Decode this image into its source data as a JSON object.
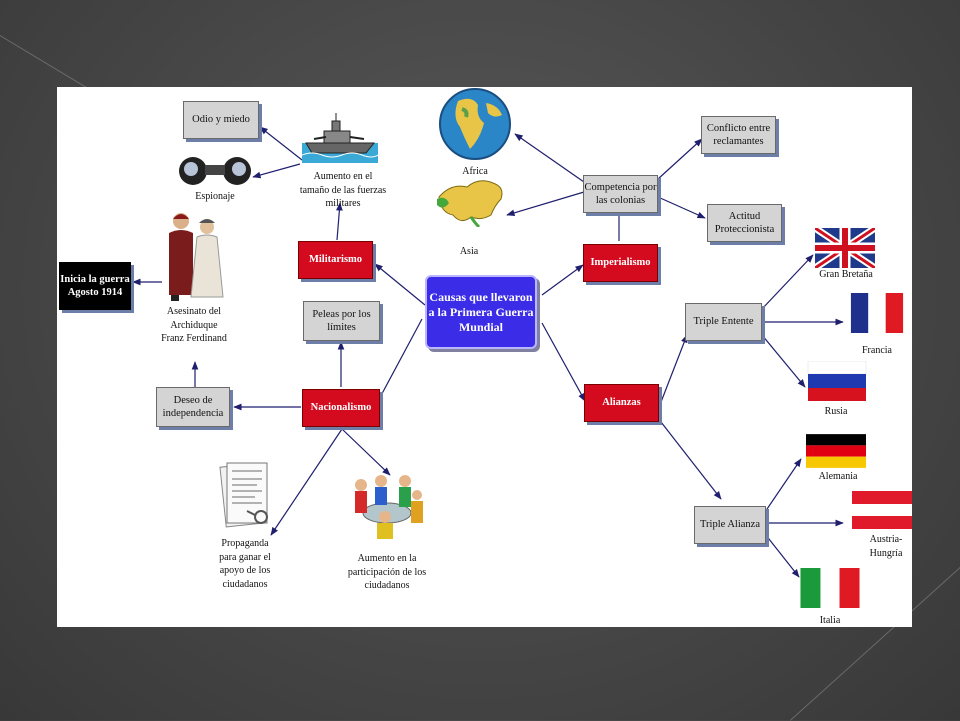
{
  "central": {
    "title": "Causas que llevaron a la Primera Guerra Mundial"
  },
  "nodes": {
    "militarismo": "Militarismo",
    "imperialismo": "Imperialismo",
    "nacionalismo": "Nacionalismo",
    "alianzas": "Alianzas",
    "odio": "Odio y miedo",
    "peleas": "Peleas por los límites",
    "deseo": "Deseo de independencia",
    "inicia": "Inicia la guerra Agosto 1914",
    "competencia": "Competencia por las colonias",
    "conflicto": "Conflicto entre reclamantes",
    "actitud": "Actitud Proteccionista",
    "triple_entente": "Triple Entente",
    "triple_alianza": "Triple Alianza"
  },
  "labels": {
    "espionaje": "Espionaje",
    "aumento_fuerzas": "Aumento en el tamaño de las fuerzas militares",
    "asesinato": "Asesinato del Archiduque Franz Ferdinand",
    "propaganda": "Propaganda para ganar el apoyo de los ciudadanos",
    "participacion": "Aumento en la participación  de los ciudadanos",
    "africa": "Africa",
    "asia": "Asia",
    "gran_bretana": "Gran Bretaña",
    "francia": "Francia",
    "rusia": "Rusia",
    "alemania": "Alemania",
    "austria": "Austria-Hungría",
    "italia": "Italia"
  },
  "colors": {
    "cause_red": "#d40b1e",
    "central_blue": "#3b2ce8",
    "link_navy": "#1f1f6e",
    "box_grey": "#d4d4d4"
  },
  "icons": [
    "battleship-icon",
    "binoculars-icon",
    "globe-icon",
    "asia-map-icon",
    "archduke-couple-icon",
    "newspaper-icon",
    "people-meeting-icon"
  ]
}
